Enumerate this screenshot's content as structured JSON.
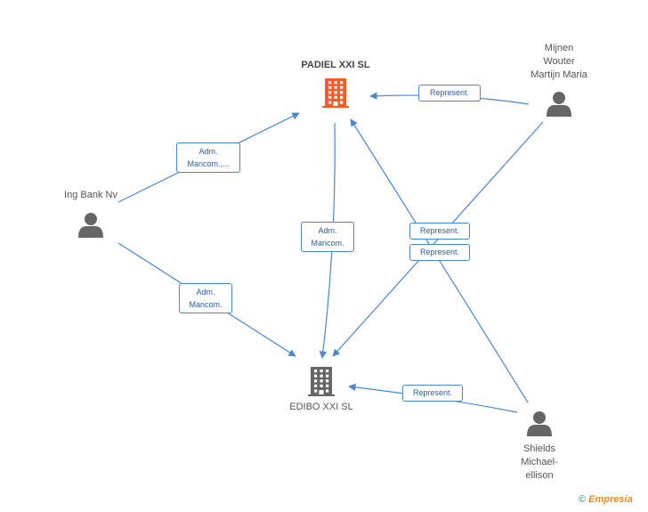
{
  "colors": {
    "edge": "#4a86d4",
    "company_highlight": "#ff5a2a",
    "company": "#666666",
    "person": "#666666"
  },
  "nodes": [
    {
      "id": "padiel",
      "label": "PADIEL XXI SL",
      "icon": "building-icon",
      "highlight": true
    },
    {
      "id": "edibo",
      "label": "EDIBO XXI SL",
      "icon": "building-icon",
      "highlight": false
    },
    {
      "id": "ing",
      "label": "Ing Bank Nv",
      "icon": "person-icon"
    },
    {
      "id": "mijnen",
      "label": "Mijnen\nWouter\nMartijn Maria",
      "icon": "person-icon"
    },
    {
      "id": "shields",
      "label": "Shields\nMichael-\nellison",
      "icon": "person-icon"
    }
  ],
  "edges": [
    {
      "from": "ing",
      "to": "padiel",
      "label": "Adm.\nMancom.,..."
    },
    {
      "from": "ing",
      "to": "edibo",
      "label": "Adm.\nMancom."
    },
    {
      "from": "padiel",
      "to": "edibo",
      "label": "Adm.\nMancom."
    },
    {
      "from": "mijnen",
      "to": "padiel",
      "label": "Represent."
    },
    {
      "from": "mijnen",
      "to": "edibo",
      "label": "Represent."
    },
    {
      "from": "shields",
      "to": "padiel",
      "label": "Represent."
    },
    {
      "from": "shields",
      "to": "edibo",
      "label": "Represent."
    }
  ],
  "credit": {
    "symbol": "©",
    "brand_initial": "E",
    "brand_rest": "mpresia"
  }
}
